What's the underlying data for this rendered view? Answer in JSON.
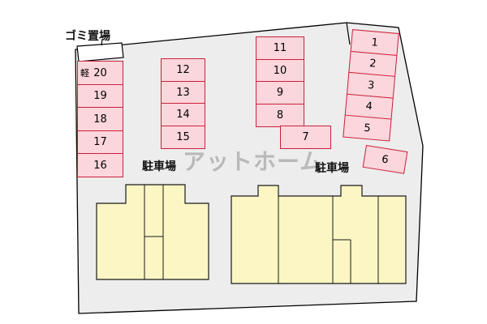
{
  "map": {
    "watermark": "アットホーム",
    "garbage_label": "ゴミ置場",
    "kei_label": "軽",
    "parking_label_left": "駐車場",
    "parking_label_right": "駐車場"
  },
  "stalls": {
    "col_a": [
      "20",
      "19",
      "18",
      "17",
      "16"
    ],
    "col_b": [
      "12",
      "13",
      "14",
      "15"
    ],
    "col_c": [
      "11",
      "10",
      "9",
      "8"
    ],
    "stall_7": "7",
    "col_d": [
      "1",
      "2",
      "3",
      "4",
      "5"
    ],
    "stall_6": "6"
  },
  "colors": {
    "stall_fill": "#fbd6dc",
    "stall_border": "#c9203a",
    "site_fill": "#ededed",
    "building_fill": "#fcf6c4",
    "line": "#1a1a1a"
  }
}
